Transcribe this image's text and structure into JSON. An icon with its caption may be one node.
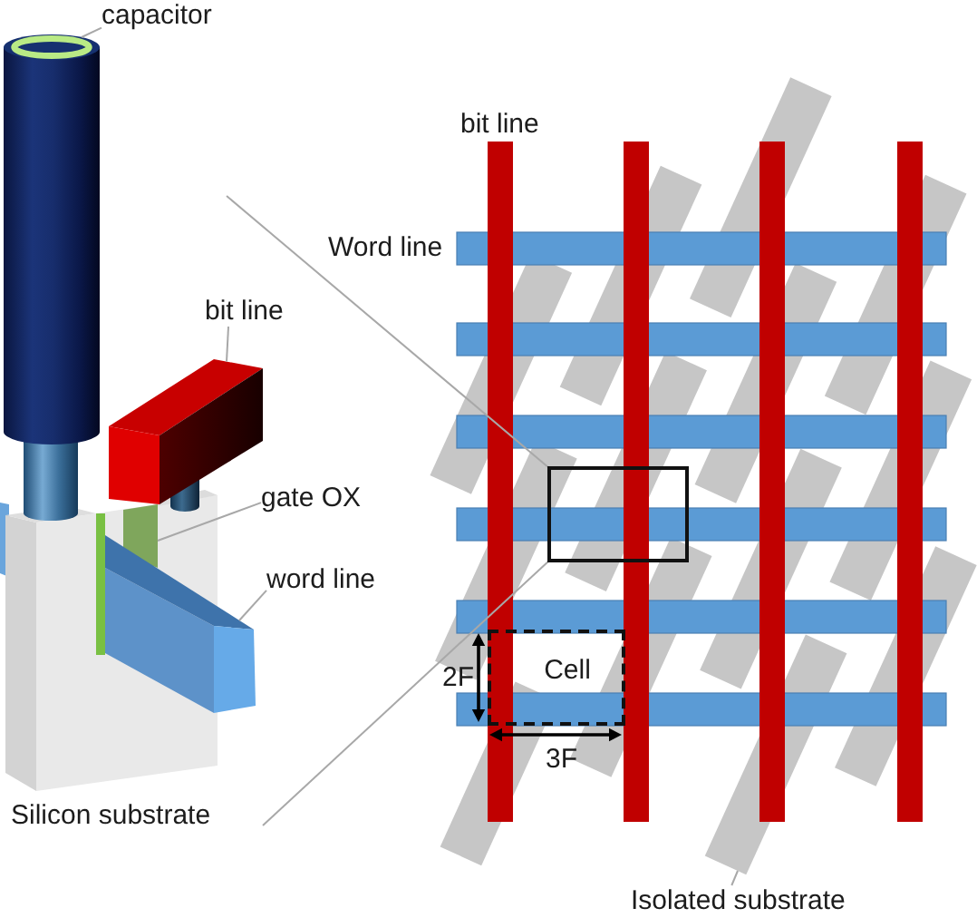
{
  "diagram": {
    "nodes": [
      {
        "text": [
          "capacitor"
        ]
      },
      {
        "text": [],
        "shape": "cylinder"
      },
      {
        "text": [
          "bit line"
        ]
      },
      {
        "text": [],
        "shape": "box"
      },
      {
        "text": [
          "gate OX"
        ]
      },
      {
        "text": [],
        "shape": "bar"
      },
      {
        "text": [
          "word line"
        ]
      },
      {
        "text": [],
        "shape": "bar"
      },
      {
        "text": [],
        "shape": "box"
      },
      {
        "text": [
          "Cell"
        ]
      },
      {
        "text": [
          "Isolated substrate"
        ]
      },
      {
        "text": [],
        "shape": "bar"
      }
    ],
    "edges": [
      {
        "from": 0,
        "to": 1,
        "arrow": "none"
      },
      {
        "from": 2,
        "to": 3,
        "arrow": "none"
      },
      {
        "from": 4,
        "to": 5,
        "arrow": "none"
      },
      {
        "from": 6,
        "to": 7,
        "arrow": "none"
      },
      {
        "from": null,
        "to": 8,
        "arrow": "none"
      },
      {
        "from": null,
        "to": 8,
        "arrow": "none"
      },
      {
        "from": 10,
        "to": 11,
        "arrow": "none"
      }
    ],
    "labels": [
      "bit line",
      "Word line",
      "2F",
      "3F",
      "Silicon substrate"
    ]
  }
}
